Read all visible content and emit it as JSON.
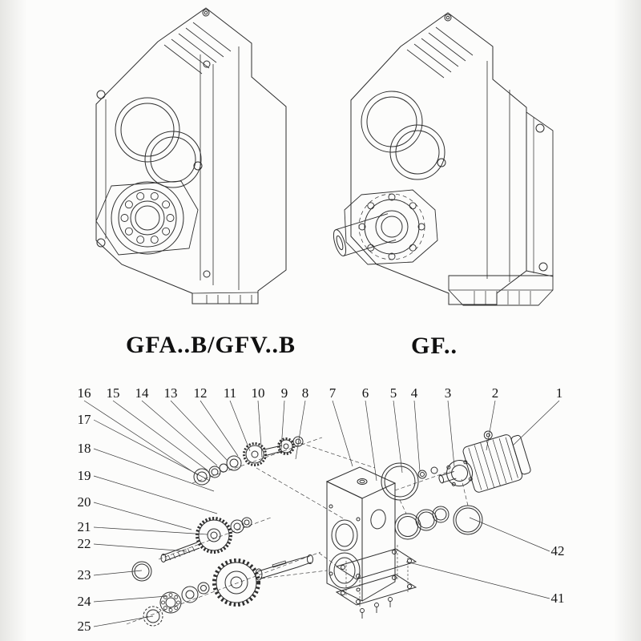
{
  "labels": {
    "left_model": "GFA..B/GFV..B",
    "right_model": "GF.."
  },
  "callouts": {
    "top_row": [
      "16",
      "15",
      "14",
      "13",
      "12",
      "11",
      "10",
      "9",
      "8",
      "7",
      "6",
      "5",
      "4",
      "3",
      "2",
      "1"
    ],
    "left_column": [
      "17",
      "18",
      "19",
      "20",
      "21",
      "22",
      "23",
      "24",
      "25"
    ],
    "right_column": [
      "42",
      "41"
    ]
  },
  "colors": {
    "ink": "#2e2e2e",
    "paper": "#fcfcfb"
  }
}
